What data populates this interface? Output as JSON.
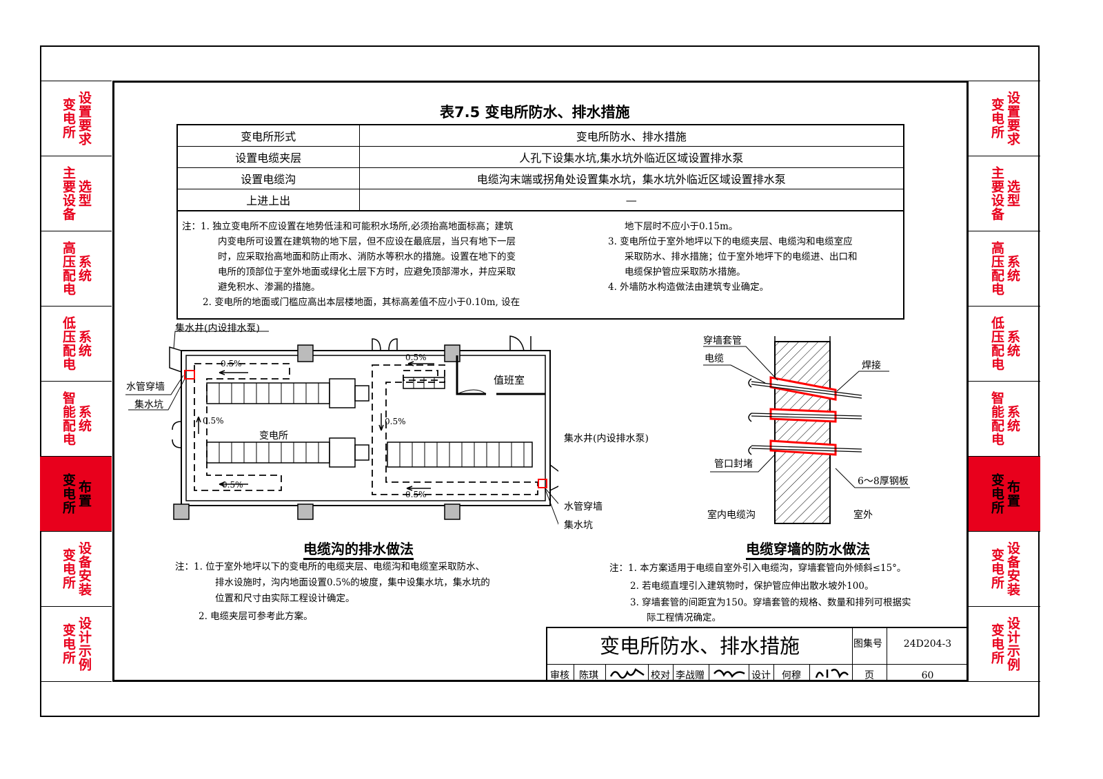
{
  "tabs": [
    {
      "lines": [
        "变电所",
        "设置要求"
      ],
      "active": false
    },
    {
      "lines": [
        "主要设备",
        "选型"
      ],
      "active": false
    },
    {
      "lines": [
        "高压配电",
        "系统"
      ],
      "active": false
    },
    {
      "lines": [
        "低压配电",
        "系统"
      ],
      "active": false
    },
    {
      "lines": [
        "智能配电",
        "系统"
      ],
      "active": false
    },
    {
      "lines": [
        "变电所",
        "布置"
      ],
      "active": true
    },
    {
      "lines": [
        "变电所",
        "设备安装"
      ],
      "active": false
    },
    {
      "lines": [
        "变电所",
        "设计示例"
      ],
      "active": false
    }
  ],
  "table": {
    "title": "表7.5 变电所防水、排水措施",
    "header": [
      "变电所形式",
      "变电所防水、排水措施"
    ],
    "rows": [
      [
        "设置电缆夹层",
        "人孔下设集水坑,集水坑外临近区域设置排水泵"
      ],
      [
        "设置电缆沟",
        "电缆沟末端或拐角处设置集水坑，集水坑外临近区域设置排水泵"
      ],
      [
        "上进上出",
        "—"
      ]
    ],
    "notes_left": [
      "注：1. 独立变电所不应设置在地势低洼和可能积水场所,必须抬高地面标高；建筑",
      "内变电所可设置在建筑物的地下层，但不应设在最底层，当只有地下一层",
      "时，应采取抬高地面和防止雨水、消防水等积水的措施。设置在地下的变",
      "电所的顶部位于室外地面或绿化土层下方时，应避免顶部滞水，并应采取",
      "避免积水、渗漏的措施。",
      "2. 变电所的地面或门槛应高出本层楼地面，其标高差值不应小于0.10m, 设在"
    ],
    "notes_right": [
      "地下层时不应小于0.15m。",
      "3. 变电所位于室外地坪以下的电缆夹层、电缆沟和电缆室应",
      "采取防水、排水措施；位于室外地坪下的电缆进、出口和",
      "电缆保护管应采取防水措施。",
      "4. 外墙防水构造做法由建筑专业确定。"
    ]
  },
  "plan": {
    "title": "电缆沟的排水做法",
    "labels": {
      "well_top": "集水井(内设排水泵)",
      "pipe_left": "水管穿墙",
      "pit_left": "集水坑",
      "substation": "变电所",
      "duty_room": "值班室",
      "well_right": "集水井(内设排水泵)",
      "pipe_right": "水管穿墙",
      "pit_right": "集水坑",
      "slope": "0.5%"
    },
    "notes": [
      "注：1. 位于室外地坪以下的变电所的电缆夹层、电缆沟和电缆室采取防水、",
      "排水设施时，沟内地面设置0.5%的坡度，集中设集水坑，集水坑的",
      "位置和尺寸由实际工程设计确定。",
      "2. 电缆夹层可参考此方案。"
    ]
  },
  "section": {
    "title": "电缆穿墙的防水做法",
    "labels": {
      "sleeve": "穿墙套管",
      "cable": "电缆",
      "weld": "焊接",
      "seal": "管口封堵",
      "plate": "6～8厚钢板",
      "inside": "室内电缆沟",
      "outside": "室外"
    },
    "notes": [
      "注：1. 本方案适用于电缆自室外引入电缆沟，穿墙套管向外倾斜≤15°。",
      "2. 若电缆直埋引入建筑物时，保护管应伸出散水坡外100。",
      "3. 穿墙套管的间距宜为150。穿墙套管的规格、数量和排列可根据实",
      "际工程情况确定。"
    ]
  },
  "title_block": {
    "title": "变电所防水、排水措施",
    "atlas_label": "图集号",
    "atlas_no": "24D204-3",
    "review_label": "审核",
    "reviewer": "陈琪",
    "check_label": "校对",
    "checker": "李战赠",
    "design_label": "设计",
    "designer": "何穆",
    "page_label": "页",
    "page_no": "60"
  },
  "colors": {
    "tab_red": "#e8001c",
    "accent_red": "#ff0000"
  }
}
